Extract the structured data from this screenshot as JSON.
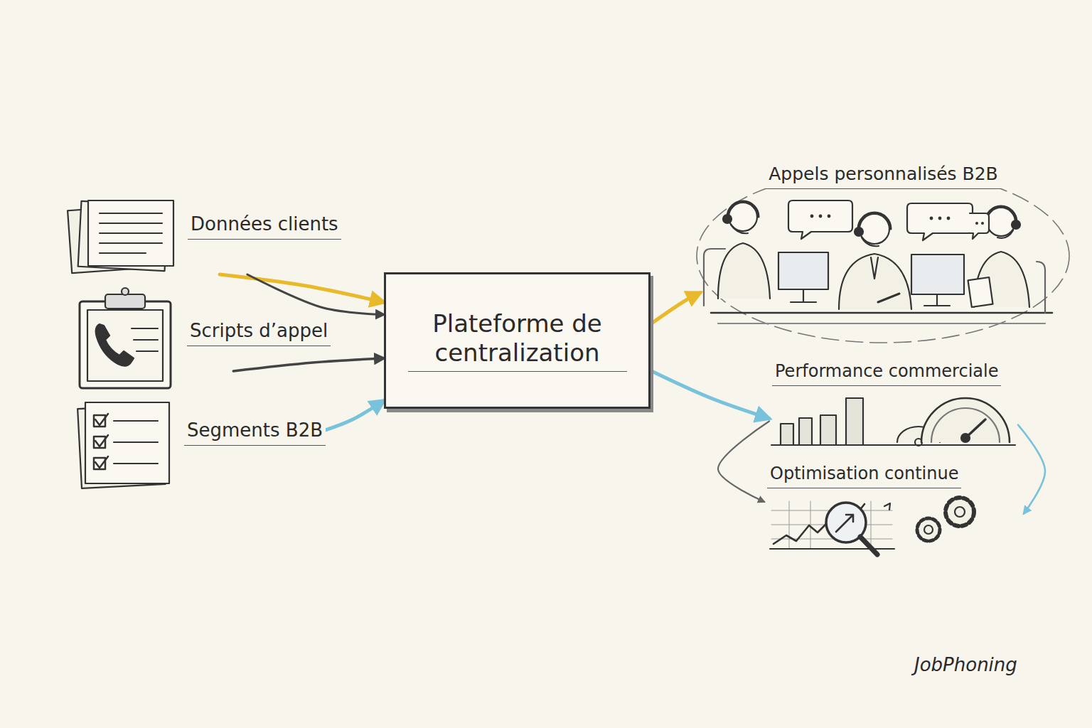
{
  "diagram": {
    "nodes": [
      {
        "text": [
          "Données clients"
        ]
      },
      {
        "text": [
          "Scripts d’appel"
        ]
      },
      {
        "text": [
          "Segments B2B"
        ]
      },
      {
        "text": [
          "Plateforme de centralization"
        ]
      },
      {
        "text": [
          "Appels personnalisés B2B"
        ]
      },
      {
        "text": [
          "Performance commerciale"
        ]
      },
      {
        "text": [
          "Optimisation continue"
        ]
      }
    ],
    "edges": [
      {
        "from": 0,
        "to": 3,
        "arrow": "to"
      },
      {
        "from": 0,
        "to": 3,
        "arrow": "to"
      },
      {
        "from": 1,
        "to": 3,
        "arrow": "to"
      },
      {
        "from": 2,
        "to": 3,
        "arrow": "to"
      },
      {
        "from": 3,
        "to": 4,
        "arrow": "to"
      },
      {
        "from": 3,
        "to": 5,
        "arrow": "to"
      },
      {
        "from": 5,
        "to": 6,
        "arrow": "to"
      },
      {
        "from": 5,
        "to": 6,
        "arrow": "to"
      }
    ],
    "labels": [
      "JobPhoning"
    ]
  }
}
